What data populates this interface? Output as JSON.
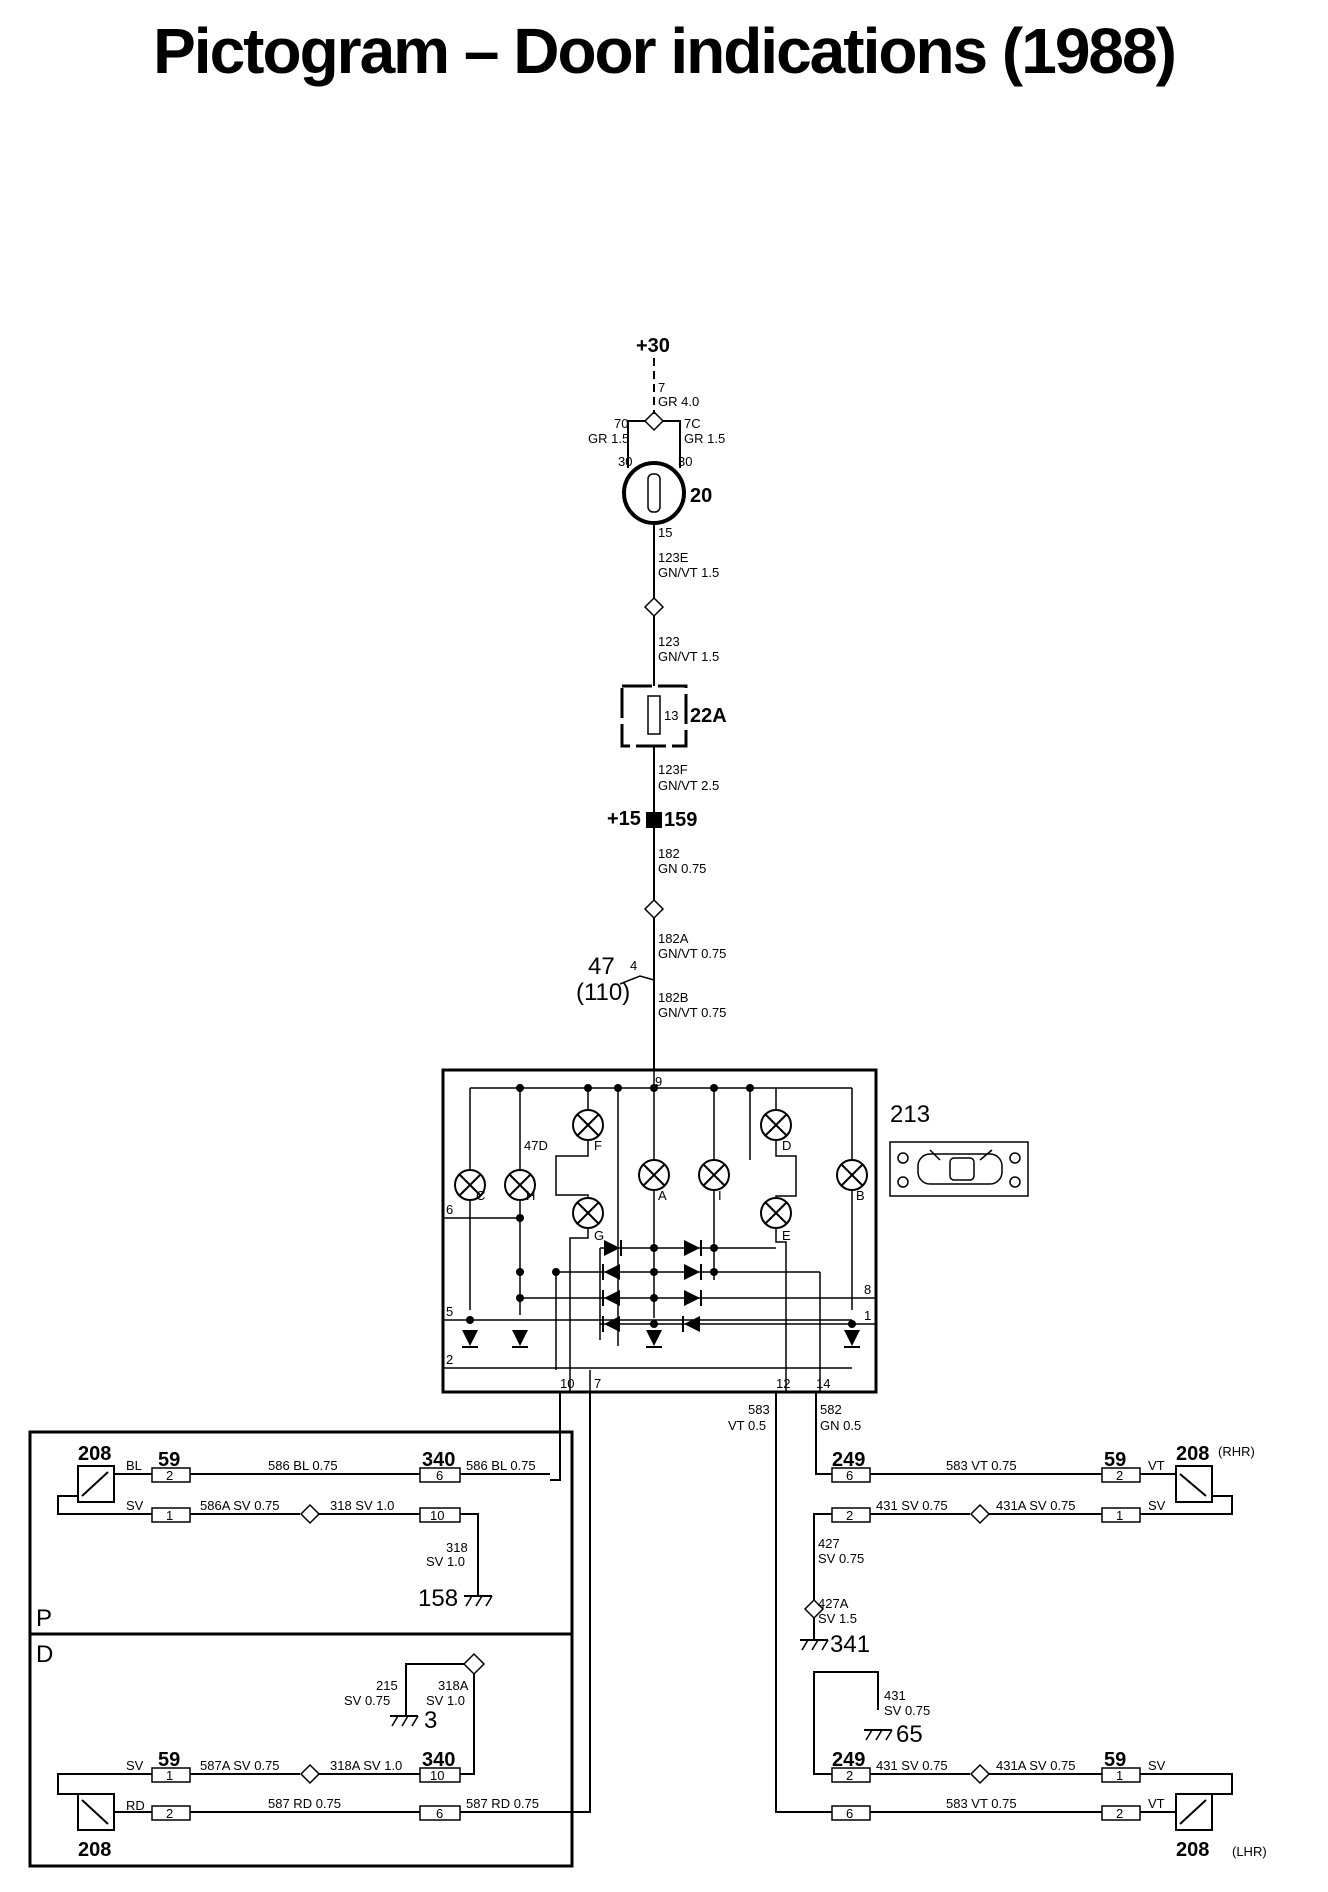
{
  "title": "Pictogram – Door indications (1988)",
  "supply": {
    "plus30": "+30",
    "w7": "7",
    "w7c": "GR 4.0",
    "w70": "70",
    "w70c": "GR 1.5",
    "w7C": "7C",
    "w7Cc": "GR 1.5",
    "pin30l": "30",
    "pin30r": "30",
    "comp20": "20",
    "pin15": "15",
    "w123E": "123E",
    "w123Ec": "GN/VT 1.5",
    "w123": "123",
    "w123c": "GN/VT 1.5",
    "fuse": "22A",
    "fusepin": "13",
    "w123F": "123F",
    "w123Fc": "GN/VT 2.5",
    "plus15": "+15",
    "comp159": "159",
    "w182": "182",
    "w182c": "GN 0.75",
    "w182A": "182A",
    "w182Ac": "GN/VT 0.75",
    "c47": "47",
    "c110": "(110)",
    "pin4": "4",
    "w182B": "182B",
    "w182Bc": "GN/VT 0.75"
  },
  "unit": {
    "id": "213",
    "pin9": "9",
    "pin6": "6",
    "pin5": "5",
    "pin2": "2",
    "pin8": "8",
    "pin1": "1",
    "pin10": "10",
    "pin7": "7",
    "pin12": "12",
    "pin14": "14",
    "lampC": "C",
    "lampH": "H",
    "lampF": "F",
    "lampG": "G",
    "lampA": "A",
    "lampI": "I",
    "lampD": "D",
    "lampE": "E",
    "lampB": "B",
    "lamp47D": "47D"
  },
  "left_p": {
    "section": "P",
    "sw": "208",
    "bl": "BL",
    "sv": "SV",
    "c59": "59",
    "c340": "340",
    "w586": "586  BL  0.75",
    "w586A": "586A  SV  0.75",
    "w318": "318  SV  1.0",
    "w586r": "586  BL  0.75",
    "w318d": "318",
    "w318dc": "SV 1.0",
    "gnd": "158"
  },
  "left_d": {
    "section": "D",
    "sw": "208",
    "sv": "SV",
    "rd": "RD",
    "c59": "59",
    "c340": "340",
    "w587A": "587A  SV  0.75",
    "w318A": "318A  SV  1.0",
    "w587": "587  RD  0.75",
    "w587r": "587  RD  0.75",
    "w215": "215",
    "w215c": "SV 0.75",
    "w318Au": "318A",
    "w318Auc": "SV 1.0",
    "gnd": "3"
  },
  "right_top": {
    "w583": "583",
    "w583c": "VT 0.5",
    "w582": "582",
    "w582c": "GN 0.5",
    "c249": "249",
    "c59": "59",
    "sw": "208",
    "side": "(RHR)",
    "w583h": "583  VT  0.75",
    "w431": "431  SV  0.75",
    "w431A": "431A  SV  0.75",
    "vt": "VT",
    "sv": "SV",
    "w427": "427",
    "w427c": "SV 0.75",
    "w427A": "427A",
    "w427Ac": "SV 1.5",
    "gnd": "341"
  },
  "right_bot": {
    "w431": "431",
    "w431c": "SV 0.75",
    "gnd": "65",
    "c249": "249",
    "c59": "59",
    "sw": "208",
    "side": "(LHR)",
    "w431h": "431  SV  0.75",
    "w431A": "431A  SV  0.75",
    "w583h": "583  VT  0.75",
    "sv": "SV",
    "vt": "VT"
  },
  "conn_pins": {
    "p1": "1",
    "p2": "2",
    "p6": "6",
    "p10": "10"
  }
}
